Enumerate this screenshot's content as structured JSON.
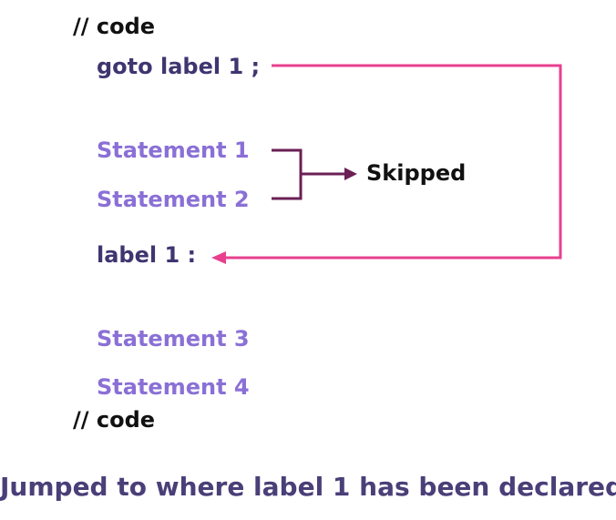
{
  "diagram": {
    "comment_top": "// code",
    "goto_line": "goto label 1 ;",
    "statements_skipped": [
      "Statement 1",
      "Statement 2"
    ],
    "skipped_label": "Skipped",
    "label_line": "label 1 :",
    "statements_after": [
      "Statement 3",
      "Statement 4"
    ],
    "comment_bottom": "// code",
    "caption": "Jumped to where label 1 has been declared"
  },
  "colors": {
    "jump_arrow": "#e8408f",
    "skip_bracket": "#6b1f55",
    "statement_text": "#8a70d6",
    "code_text": "#3f3570"
  }
}
